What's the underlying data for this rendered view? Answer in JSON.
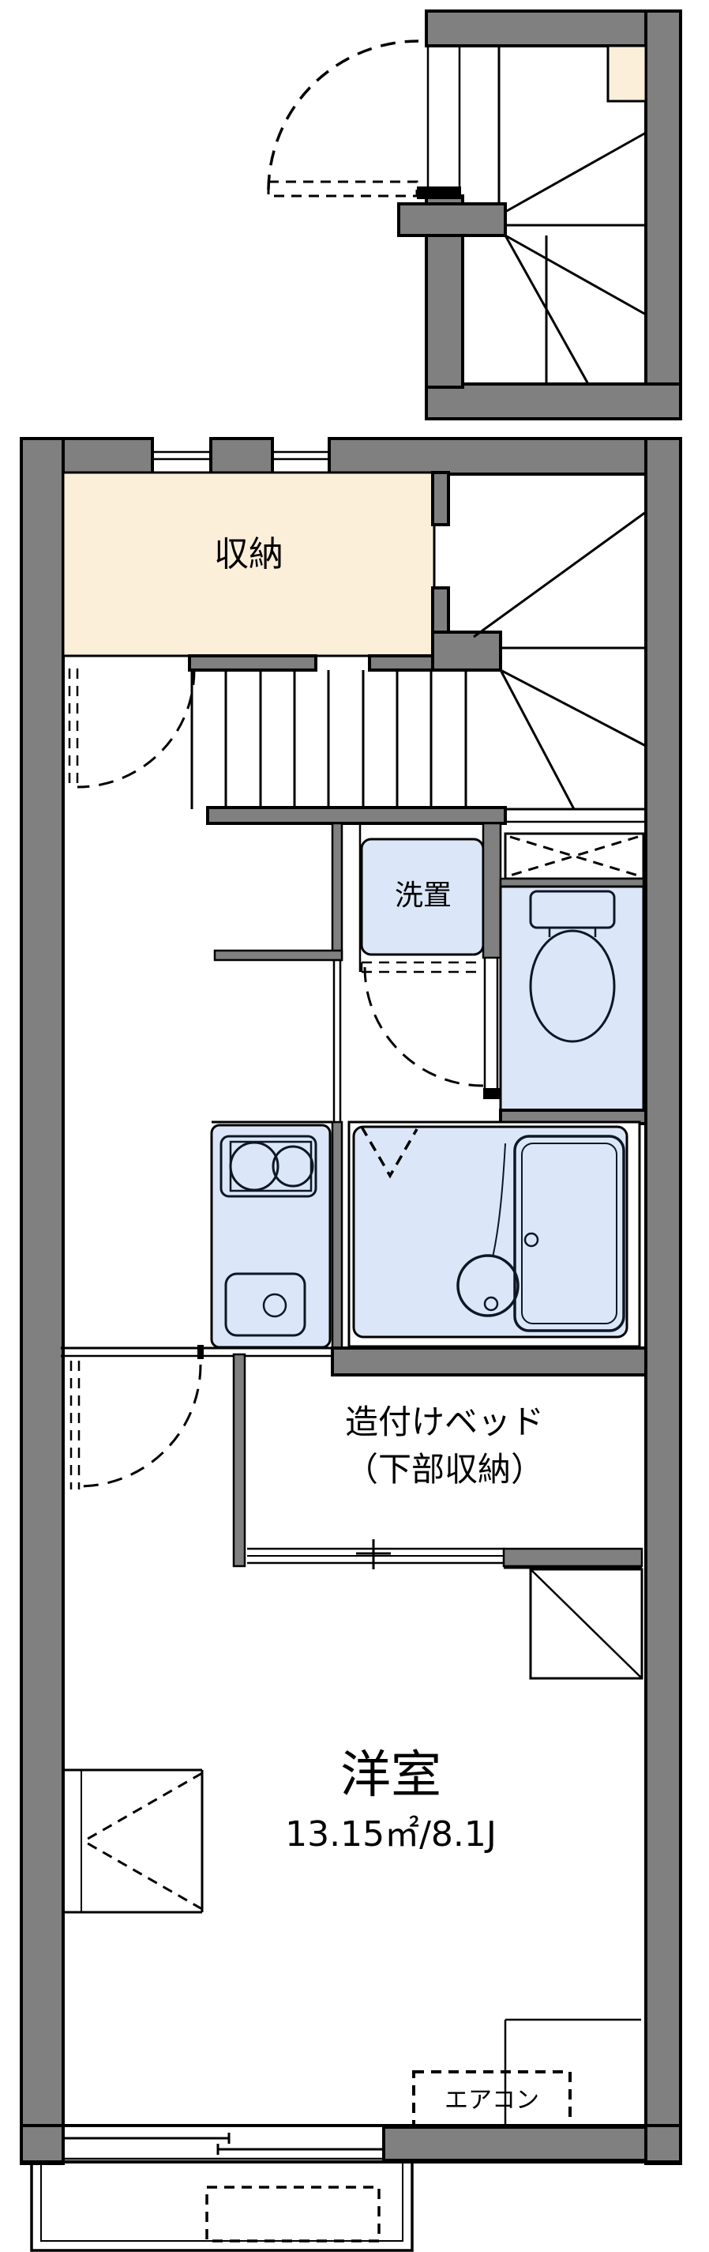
{
  "plan": {
    "type": "floor-plan",
    "labels": {
      "storage": "収納",
      "washstand": "洗置",
      "bed_line1": "造付けベッド",
      "bed_line2": "（下部収納）",
      "room": "洋室",
      "room_size": "13.15㎡/8.1J",
      "aircon": "エアコン"
    },
    "colors": {
      "wall": "#808080",
      "outline": "#000000",
      "storage_fill": "#FCEFDA",
      "fixture_fill": "#DBE7F8",
      "fixture_stroke": "#0F1724",
      "floor": "#FFFFFF"
    }
  }
}
